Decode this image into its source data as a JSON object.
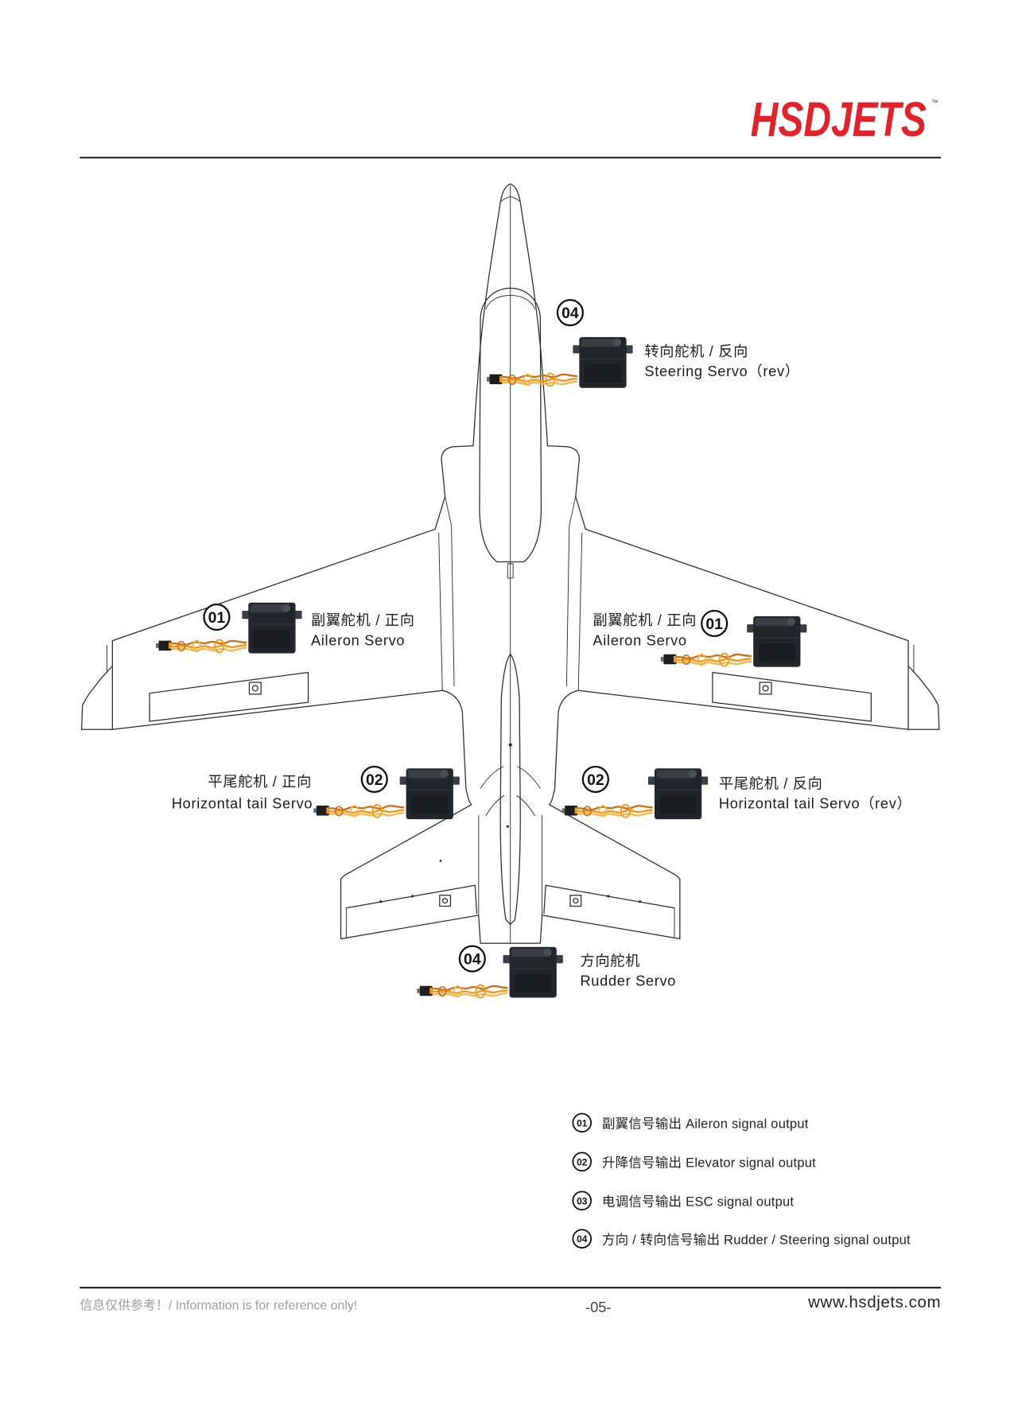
{
  "brand": {
    "logo_text": "HSDJETS",
    "trademark": "™"
  },
  "colors": {
    "brand_red": "#e4212b",
    "cable_orange": "#f29a1e",
    "cable_dark": "#c96d12",
    "cable_light": "#f7b54a",
    "servo_body": "#222529",
    "servo_ear": "#3a3e44"
  },
  "icons": {
    "servo": "servo-icon",
    "servo_cable": "servo-cable-icon",
    "control_horn": "control-horn-icon"
  },
  "callouts": {
    "steering": {
      "badge": "04",
      "line1": "转向舵机 / 反向",
      "line2": "Steering Servo（rev）"
    },
    "aileron_left": {
      "badge": "01",
      "line1": "副翼舵机 / 正向",
      "line2": "Aileron Servo"
    },
    "aileron_right": {
      "badge": "01",
      "line1": "副翼舵机 / 正向",
      "line2": "Aileron Servo"
    },
    "htail_left": {
      "badge": "02",
      "line1": "平尾舵机 / 正向",
      "line2": "Horizontal tail Servo"
    },
    "htail_right": {
      "badge": "02",
      "line1": "平尾舵机 / 反向",
      "line2": "Horizontal tail Servo（rev）"
    },
    "rudder": {
      "badge": "04",
      "line1": "方向舵机",
      "line2": "Rudder Servo"
    }
  },
  "legend": [
    {
      "badge": "01",
      "text": "副翼信号输出 Aileron signal output"
    },
    {
      "badge": "02",
      "text": "升降信号输出 Elevator signal output"
    },
    {
      "badge": "03",
      "text": "电调信号输出 ESC signal output"
    },
    {
      "badge": "04",
      "text": "方向 / 转向信号输出 Rudder / Steering signal output"
    }
  ],
  "footer": {
    "disclaimer": "信息仅供参考！/ Information is for reference only!",
    "page_number": "-05-",
    "website": "www.hsdjets.com"
  }
}
